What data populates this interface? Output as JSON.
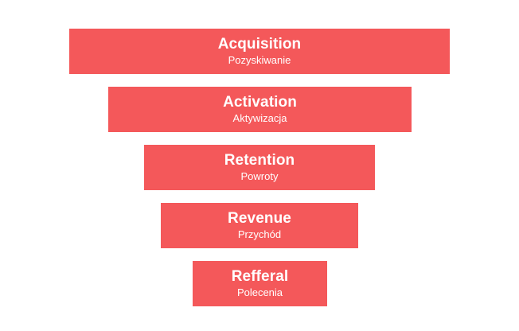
{
  "colors": {
    "stage_fill": "#f4585a",
    "text": "#ffffff",
    "background": "#ffffff"
  },
  "funnel": {
    "stages": [
      {
        "title": "Acquisition",
        "subtitle": "Pozyskiwanie"
      },
      {
        "title": "Activation",
        "subtitle": "Aktywizacja"
      },
      {
        "title": "Retention",
        "subtitle": "Powroty"
      },
      {
        "title": "Revenue",
        "subtitle": "Przychód"
      },
      {
        "title": "Refferal",
        "subtitle": "Polecenia"
      }
    ]
  }
}
